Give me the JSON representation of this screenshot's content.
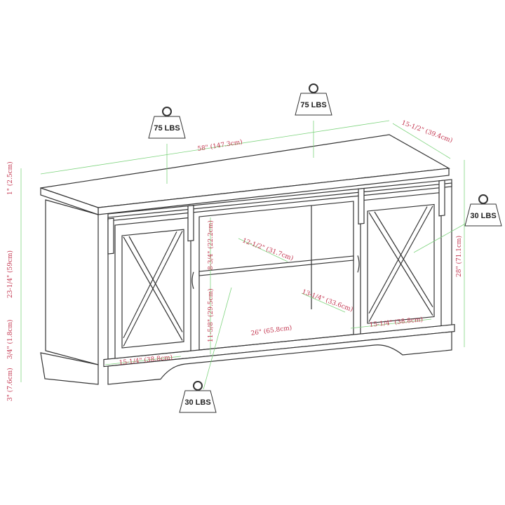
{
  "weights": {
    "top_left": "75 LBS",
    "top_right": "75 LBS",
    "cabinet": "30 LBS",
    "shelf": "30 LBS"
  },
  "dimensions": {
    "width": "58\" (147.3cm)",
    "depth": "15-1/2\" (39.4cm)",
    "top_thickness": "1\" (2.5cm)",
    "cabinet_height": "23-1/4\" (59cm)",
    "bottom_trim": "3/4\" (1.8cm)",
    "base_height": "3\" (7.6cm)",
    "upper_opening_height": "8-3/4\" (22.2cm)",
    "shelf_depth": "12-1/2\" (31.7cm)",
    "lower_opening_height": "11-5/8\" (29.5cm)",
    "opening_width": "26\" (65.8cm)",
    "interior_depth": "13-1/4\" (33.6cm)",
    "left_door_width": "15-1/4\" (38.8cm)",
    "right_door_width": "15-1/4\" (38.8cm)",
    "total_height": "28\" (71.1cm)"
  },
  "colors": {
    "dimension_text": "#c2334d",
    "dimension_line": "#7fd47f",
    "outline": "#333333"
  }
}
